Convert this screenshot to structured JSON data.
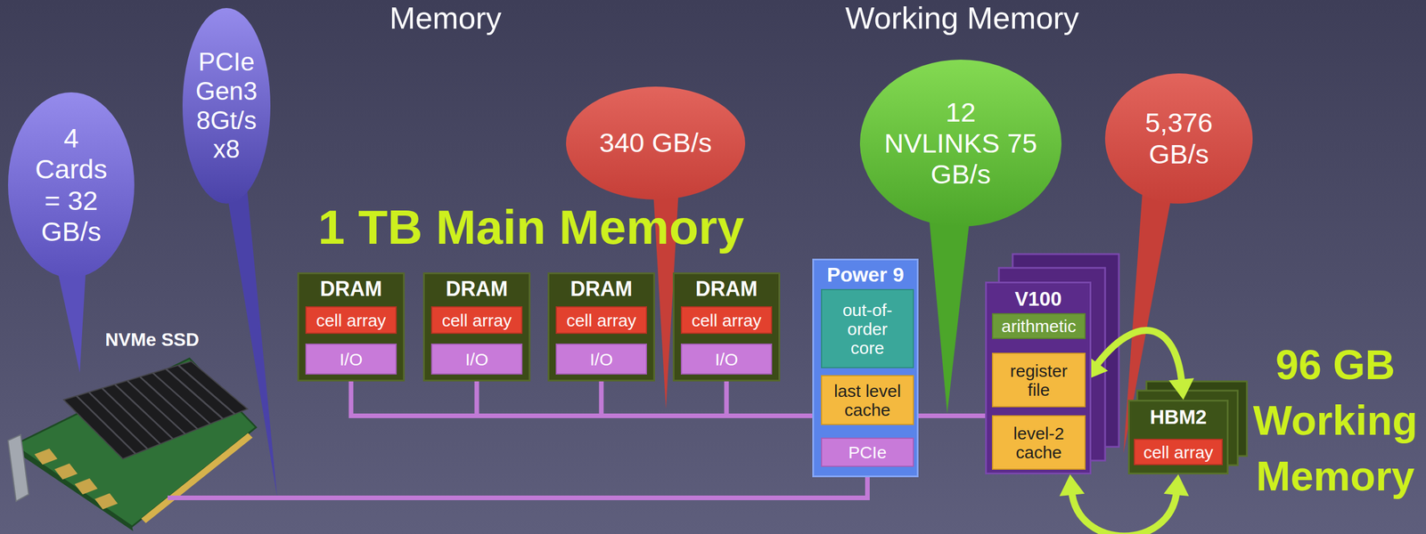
{
  "diagram": {
    "nodes": [
      {
        "text": [
          "4 Cards = 32 GB/s"
        ]
      },
      {
        "text": [
          "PCIe Gen3 8Gt/s x8"
        ]
      },
      {
        "text": [
          "340 GB/s"
        ]
      },
      {
        "text": [
          "12 NVLINKS 75 GB/s"
        ]
      },
      {
        "text": [
          "5,376 GB/s"
        ]
      },
      {
        "text": [
          "DRAM"
        ]
      },
      {
        "text": [
          "cell array"
        ],
        "in": 5
      },
      {
        "text": [
          "I/O"
        ],
        "in": 5
      },
      {
        "text": [
          "DRAM"
        ]
      },
      {
        "text": [
          "cell array"
        ],
        "in": 8
      },
      {
        "text": [
          "I/O"
        ],
        "in": 8
      },
      {
        "text": [
          "DRAM"
        ]
      },
      {
        "text": [
          "cell array"
        ],
        "in": 11
      },
      {
        "text": [
          "I/O"
        ],
        "in": 11
      },
      {
        "text": [
          "DRAM"
        ]
      },
      {
        "text": [
          "cell array"
        ],
        "in": 14
      },
      {
        "text": [
          "I/O"
        ],
        "in": 14
      },
      {
        "text": [
          "Power 9"
        ]
      },
      {
        "text": [
          "out-of-order core"
        ],
        "in": 17
      },
      {
        "text": [
          "last level cache"
        ],
        "in": 17
      },
      {
        "text": [
          "PCIe"
        ],
        "in": 17
      },
      {
        "text": [
          "V100"
        ]
      },
      {
        "text": [
          "arithmetic"
        ],
        "in": 21
      },
      {
        "text": [
          "register file"
        ],
        "in": 21
      },
      {
        "text": [
          "level-2 cache"
        ],
        "in": 21
      },
      {
        "text": [
          "HBM2"
        ]
      },
      {
        "text": [
          "cell array"
        ],
        "in": 25
      }
    ],
    "edges": [
      {
        "from": 7,
        "to": 17,
        "arrow": "none"
      },
      {
        "from": 10,
        "to": 17,
        "arrow": "none"
      },
      {
        "from": 13,
        "to": 17,
        "arrow": "none"
      },
      {
        "from": 16,
        "to": 17,
        "arrow": "none"
      },
      {
        "from": 17,
        "to": 21,
        "arrow": "none"
      },
      {
        "from": 23,
        "to": 25,
        "arrow": "both"
      },
      {
        "from": 21,
        "to": 25,
        "arrow": "both"
      }
    ],
    "labels": [
      "Memory",
      "Working Memory",
      "1 TB Main Memory",
      "NVMe SSD",
      "96 GB Working Memory"
    ]
  }
}
